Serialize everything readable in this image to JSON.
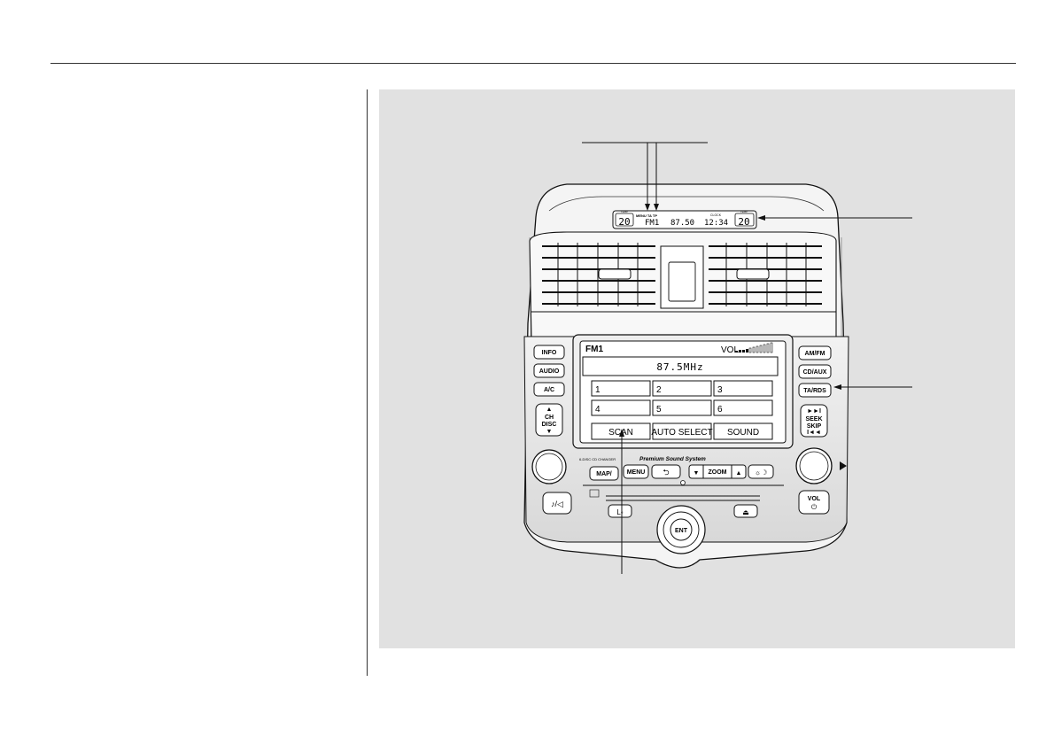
{
  "top_display": {
    "temp_left": "20",
    "temp_right": "20",
    "small_left": "TEMP",
    "small_right": "TEMP",
    "indicators": "MENU TA TP",
    "band": "FM1",
    "frequency": "87.50",
    "clock_label": "CLOCK",
    "time": "12:34"
  },
  "screen": {
    "band": "FM1",
    "vol_label": "VOL",
    "frequency": "87.5MHz",
    "presets": [
      "1",
      "2",
      "3",
      "4",
      "5",
      "6"
    ],
    "scan": "SCAN",
    "auto_select": "AUTO SELECT",
    "sound": "SOUND"
  },
  "left_buttons": {
    "info": "INFO",
    "audio": "AUDIO",
    "ac": "A/C",
    "ch": "CH",
    "disc": "DISC"
  },
  "right_buttons": {
    "amfm": "AM/FM",
    "cdaux": "CD/AUX",
    "tards": "TA/RDS",
    "seek": "SEEK",
    "skip": "SKIP"
  },
  "lower": {
    "changer": "6-DISC CD CHANGER",
    "brand": "Premium Sound System",
    "map": "MAP/",
    "menu": "MENU",
    "zoom": "ZOOM",
    "ent": "ENT",
    "vol": "VOL"
  }
}
